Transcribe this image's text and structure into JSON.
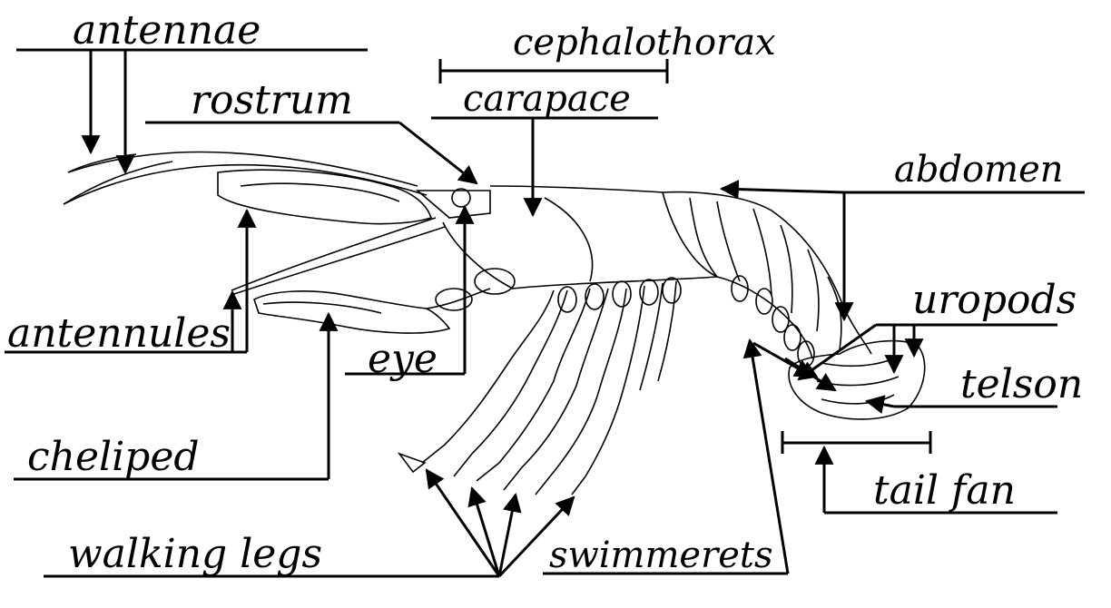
{
  "labels": {
    "antennae": "antennae",
    "cephalothorax": "cephalothorax",
    "rostrum": "rostrum",
    "carapace": "carapace",
    "abdomen": "abdomen",
    "uropods": "uropods",
    "antennules": "antennules",
    "eye": "eye",
    "telson": "telson",
    "cheliped": "cheliped",
    "tail_fan": "tail fan",
    "walking_legs": "walking legs",
    "swimmerets": "swimmerets"
  },
  "colors": {
    "ink": "#000000",
    "background": "#ffffff"
  }
}
